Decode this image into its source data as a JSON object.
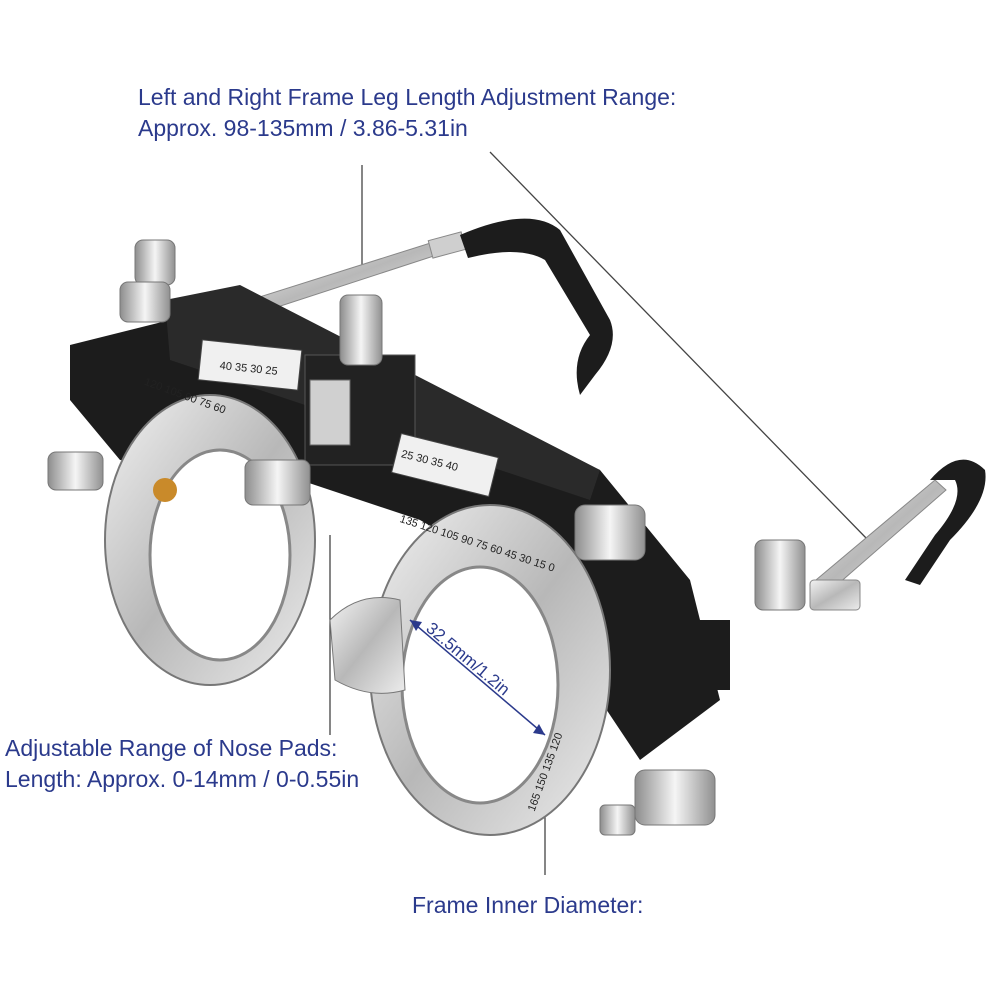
{
  "callouts": {
    "leg_length": {
      "line1": "Left and Right Frame Leg Length Adjustment Range:",
      "line2": "Approx. 98-135mm / 3.86-5.31in"
    },
    "nose_pads": {
      "line1": "Adjustable Range of Nose Pads:",
      "line2": "Length: Approx. 0-14mm / 0-0.55in"
    },
    "inner_diameter": {
      "line1": "Frame Inner Diameter:"
    }
  },
  "dimension_label": "32.5mm/1.2in",
  "scales": {
    "top_left": "40 35 30 25",
    "top_right": "25 30 35 40",
    "ring_left": "120 105 90 75 60",
    "ring_right": "135 120 105 90 75 60 45 30 15 0",
    "ring_right_side": "165 150 135 120"
  },
  "colors": {
    "callout_text": "#2b3a8c",
    "frame_black": "#1c1c1c",
    "metal": "#c9c9c9"
  }
}
